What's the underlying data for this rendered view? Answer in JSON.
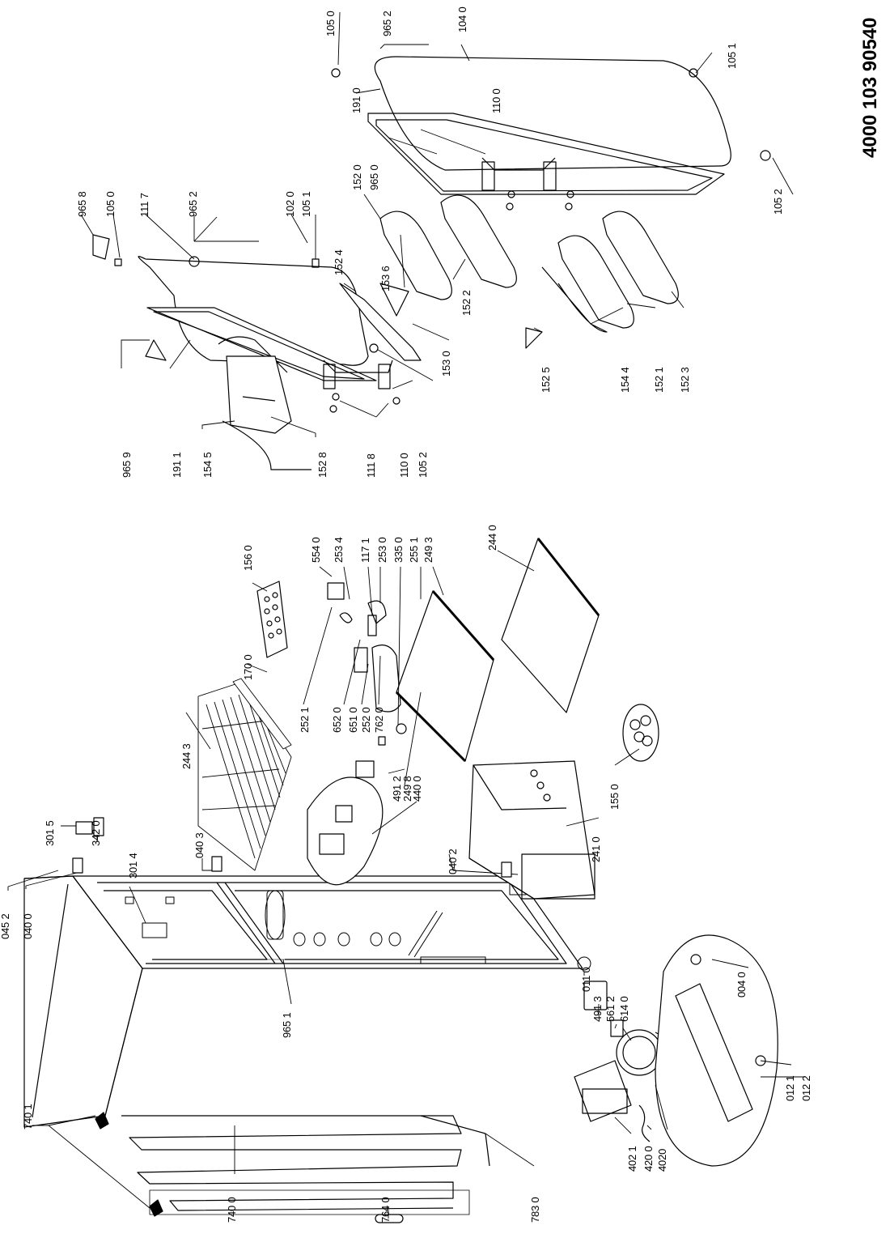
{
  "document_id": "4000 103 90540",
  "part_labels": [
    "045 2",
    "040 0",
    "740 1",
    "740 0",
    "764 0",
    "783 0",
    "965 1",
    "301 4",
    "040 3",
    "301 5",
    "342 0",
    "244 3",
    "170 0",
    "156 0",
    "554 0",
    "253 4",
    "117 1",
    "253 0",
    "335 0",
    "255 1",
    "249 3",
    "244 0",
    "252 1",
    "652 0",
    "651 0",
    "252 0",
    "762 0",
    "491 2",
    "249 8",
    "440 0",
    "155 0",
    "241 0",
    "040 2",
    "011 0",
    "491 3",
    "561 2",
    "614 0",
    "004 0",
    "012 1",
    "012 2",
    "402 1",
    "420 0",
    "4020",
    "965 9",
    "191 1",
    "154 5",
    "152 8",
    "111 8",
    "110 0",
    "105 2",
    "153 0",
    "152 4",
    "153 6",
    "965 8",
    "105 0",
    "111 7",
    "965 2",
    "102 0",
    "105 1",
    "152 0",
    "965 0",
    "152 2",
    "152 5",
    "154 4",
    "152 1",
    "152 3",
    "191 0",
    "110 0",
    "105 0",
    "965 2",
    "104 0",
    "105 1",
    "105 2"
  ]
}
